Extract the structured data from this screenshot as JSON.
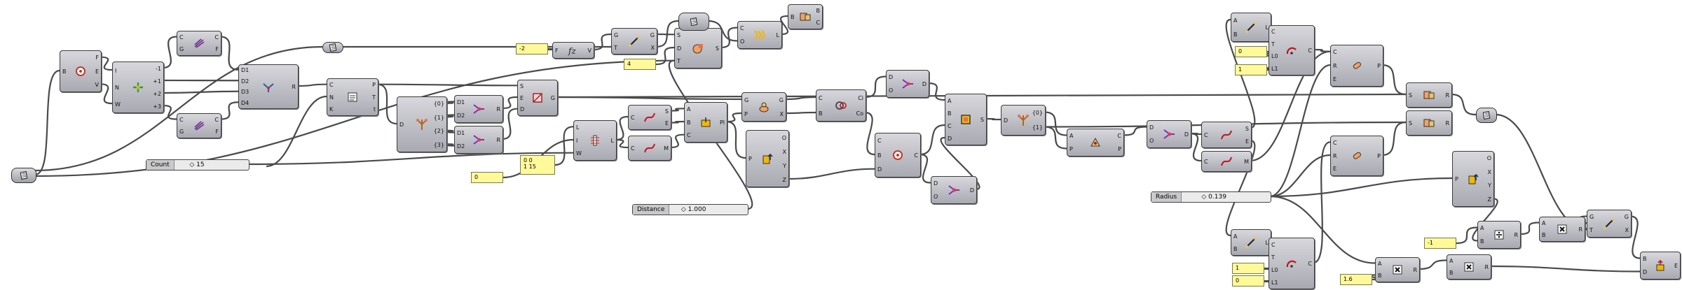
{
  "colors": {
    "wire": "#4a4a4a",
    "panel": "#fff99a",
    "component": "#b8b8bf"
  },
  "sliders": [
    {
      "id": "count",
      "name": "Count",
      "value": "◇ 15"
    },
    {
      "id": "distance",
      "name": "Distance",
      "value": "◇ 1.000"
    },
    {
      "id": "radius",
      "name": "Radius",
      "value": "◇ 0.139"
    }
  ],
  "panels": [
    {
      "id": "p_neg2",
      "text": "-2"
    },
    {
      "id": "p_4",
      "text": "4"
    },
    {
      "id": "p_0",
      "text": "0"
    },
    {
      "id": "p_list",
      "lines": [
        "0  0",
        "1  15"
      ]
    },
    {
      "id": "p_0b",
      "text": "0"
    },
    {
      "id": "p_1",
      "text": "1"
    },
    {
      "id": "p_neg1",
      "text": "-1"
    },
    {
      "id": "p_1b",
      "text": "1"
    },
    {
      "id": "p_0c",
      "text": "0"
    },
    {
      "id": "p_16",
      "text": "1.6"
    }
  ],
  "components": [
    {
      "id": "c1",
      "icon": "circle-icon",
      "inputs": [
        "B"
      ],
      "outputs": [
        "F",
        "E",
        "V"
      ]
    },
    {
      "id": "c2",
      "icon": "move-icon",
      "inputs": [
        "I",
        "N",
        "W"
      ],
      "outputs": [
        "-1",
        "+1",
        "+2",
        "+3"
      ]
    },
    {
      "id": "c3",
      "icon": "flip-icon",
      "inputs": [
        "C",
        "G"
      ],
      "outputs": [
        "C",
        "F"
      ]
    },
    {
      "id": "c4",
      "icon": "flip-icon",
      "inputs": [
        "C",
        "G"
      ],
      "outputs": [
        "C",
        "F"
      ]
    },
    {
      "id": "c5",
      "icon": "entwine-icon",
      "inputs": [
        "D1",
        "D2",
        "D3",
        "D4"
      ],
      "outputs": [
        "R"
      ]
    },
    {
      "id": "c6",
      "icon": "list-icon",
      "inputs": [
        "C",
        "N",
        "K"
      ],
      "outputs": [
        "P",
        "T",
        "t"
      ]
    },
    {
      "id": "c7",
      "icon": "explode-tree-icon",
      "inputs": [
        "D"
      ],
      "outputs": [
        "{0}",
        "{1}",
        "{2}",
        "{3}"
      ]
    },
    {
      "id": "c8",
      "icon": "merge-icon",
      "inputs": [
        "D1",
        "D2"
      ],
      "outputs": [
        "R"
      ]
    },
    {
      "id": "c9",
      "icon": "merge-icon",
      "inputs": [
        "D1",
        "D2"
      ],
      "outputs": [
        "R"
      ]
    },
    {
      "id": "c10",
      "icon": "surface-icon",
      "inputs": [
        "S",
        "E",
        "D"
      ],
      "outputs": [
        "G"
      ]
    },
    {
      "id": "c11",
      "icon": "series-icon",
      "inputs": [
        "L",
        "I",
        "W"
      ],
      "outputs": [
        "L"
      ]
    },
    {
      "id": "c12",
      "icon": "curve-icon",
      "inputs": [
        "C"
      ],
      "outputs": [
        "S",
        "E"
      ]
    },
    {
      "id": "c13",
      "icon": "curve-icon",
      "inputs": [
        "C"
      ],
      "outputs": [
        "M"
      ]
    },
    {
      "id": "c14",
      "icon": "plane-icon",
      "inputs": [
        "A",
        "B",
        "C"
      ],
      "outputs": [
        "Pl"
      ]
    },
    {
      "id": "c15",
      "icon": "point-icon",
      "inputs": [
        "G",
        "P"
      ],
      "outputs": [
        "G",
        "X"
      ]
    },
    {
      "id": "c16",
      "icon": "decompose-icon",
      "inputs": [
        "P"
      ],
      "outputs": [
        "O",
        "X",
        "Y",
        "Z"
      ]
    },
    {
      "id": "c17",
      "icon": "fz-icon",
      "inputs": [
        "F"
      ],
      "outputs": [
        "V"
      ]
    },
    {
      "id": "c18",
      "icon": "line-icon",
      "inputs": [
        "G",
        "T"
      ],
      "outputs": [
        "G",
        "X"
      ]
    },
    {
      "id": "c19",
      "icon": "solid-icon",
      "inputs": [
        "S",
        "D",
        "T"
      ],
      "outputs": [
        "S"
      ]
    },
    {
      "id": "c20",
      "icon": "pattern-icon",
      "inputs": [
        "C",
        "O"
      ],
      "outputs": [
        "L"
      ]
    },
    {
      "id": "c21",
      "icon": "brep-icon",
      "inputs": [
        "B"
      ],
      "outputs": [
        "B",
        "C"
      ]
    },
    {
      "id": "c22",
      "icon": "circle-intersect-icon",
      "inputs": [
        "C",
        "B"
      ],
      "outputs": [
        "Ci",
        "Co"
      ]
    },
    {
      "id": "c23",
      "icon": "merge-icon",
      "inputs": [
        "D",
        "O"
      ],
      "outputs": [
        "D"
      ]
    },
    {
      "id": "c24",
      "icon": "circle-icon",
      "inputs": [
        "C",
        "B",
        "D"
      ],
      "outputs": [
        "C"
      ]
    },
    {
      "id": "c25",
      "icon": "merge-icon",
      "inputs": [
        "D",
        "O"
      ],
      "outputs": [
        "D"
      ]
    },
    {
      "id": "c26",
      "icon": "box-icon",
      "inputs": [
        "A",
        "B",
        "C",
        "D"
      ],
      "outputs": [
        "S"
      ]
    },
    {
      "id": "c27",
      "icon": "explode-tree-icon",
      "inputs": [
        "D"
      ],
      "outputs": [
        "{0}",
        "{1}"
      ]
    },
    {
      "id": "c28",
      "icon": "area-icon",
      "inputs": [
        "A",
        "P"
      ],
      "outputs": [
        "C",
        "P"
      ]
    },
    {
      "id": "c29",
      "icon": "merge-icon",
      "inputs": [
        "D",
        "O"
      ],
      "outputs": [
        "D"
      ]
    },
    {
      "id": "c30",
      "icon": "curve-icon",
      "inputs": [
        "C"
      ],
      "outputs": [
        "S",
        "E"
      ]
    },
    {
      "id": "c31",
      "icon": "curve-icon",
      "inputs": [
        "C"
      ],
      "outputs": [
        "M"
      ]
    },
    {
      "id": "c32",
      "icon": "line-icon",
      "inputs": [
        "A",
        "B"
      ],
      "outputs": [
        "L"
      ]
    },
    {
      "id": "c33",
      "icon": "arc-icon",
      "inputs": [
        "C",
        "T",
        "L0",
        "L1"
      ],
      "outputs": [
        "C"
      ]
    },
    {
      "id": "c34",
      "icon": "pipe-icon",
      "inputs": [
        "C",
        "R",
        "E"
      ],
      "outputs": [
        "P"
      ]
    },
    {
      "id": "c35",
      "icon": "brep-icon",
      "inputs": [
        "S"
      ],
      "outputs": [
        "R"
      ]
    },
    {
      "id": "c36",
      "icon": "brep-icon",
      "inputs": [
        "S"
      ],
      "outputs": [
        "R"
      ]
    },
    {
      "id": "c37",
      "icon": "pipe-icon",
      "inputs": [
        "C",
        "R",
        "E"
      ],
      "outputs": [
        "P"
      ]
    },
    {
      "id": "c38",
      "icon": "decompose-icon",
      "inputs": [
        "P"
      ],
      "outputs": [
        "O",
        "X",
        "Y",
        "Z"
      ]
    },
    {
      "id": "c39",
      "icon": "line-icon",
      "inputs": [
        "A",
        "B"
      ],
      "outputs": [
        "L"
      ]
    },
    {
      "id": "c40",
      "icon": "arc-icon",
      "inputs": [
        "C",
        "T",
        "L0",
        "L1"
      ],
      "outputs": [
        "C"
      ]
    },
    {
      "id": "c41",
      "icon": "multiply-icon",
      "inputs": [
        "A",
        "B"
      ],
      "outputs": [
        "R"
      ]
    },
    {
      "id": "c42",
      "icon": "multiply-icon",
      "inputs": [
        "A",
        "B"
      ],
      "outputs": [
        "R"
      ]
    },
    {
      "id": "c43",
      "icon": "divide-icon",
      "inputs": [
        "A",
        "B"
      ],
      "outputs": [
        "R"
      ]
    },
    {
      "id": "c44",
      "icon": "multiply-icon",
      "inputs": [
        "A",
        "B"
      ],
      "outputs": [
        "R"
      ]
    },
    {
      "id": "c45",
      "icon": "line-icon",
      "inputs": [
        "G",
        "T"
      ],
      "outputs": [
        "G",
        "X"
      ]
    },
    {
      "id": "c46",
      "icon": "extrude-icon",
      "inputs": [
        "B",
        "D"
      ],
      "outputs": [
        "E"
      ]
    }
  ]
}
